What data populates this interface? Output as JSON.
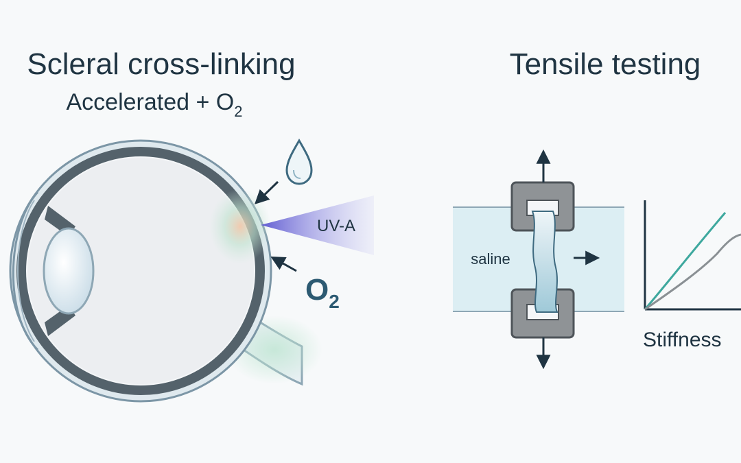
{
  "left_panel": {
    "title": "Scleral cross-linking",
    "subtitle_prefix": "Accelerated + O",
    "subtitle_subscript": "2",
    "uv_label": "UV-A",
    "oxygen_label": "O",
    "oxygen_subscript": "2",
    "drop_icon": "riboflavin-drop-icon"
  },
  "right_panel": {
    "title": "Tensile testing",
    "bath_label": "saline",
    "graph_label": "Stiffness"
  },
  "colors": {
    "text": "#1f3442",
    "sclera": "#dfe9ee",
    "sclera_stroke": "#7c96a6",
    "choroid": "#54626b",
    "uv": "#6f6ad8",
    "oxygen": "#2c5a72",
    "saline": "#dceef3",
    "clamp": "#8f9396",
    "curve_teal": "#3ea89e",
    "curve_gray": "#8a9094"
  }
}
